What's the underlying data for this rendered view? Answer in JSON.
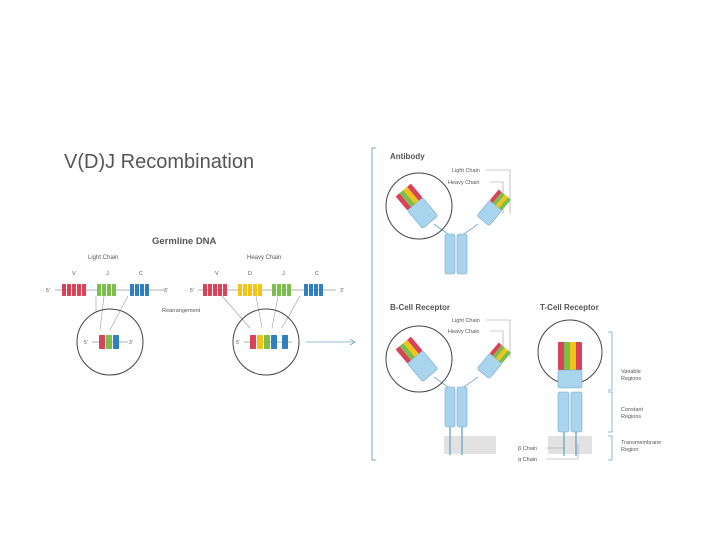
{
  "title": "V(D)J Recombination",
  "germline": {
    "heading": "Germline DNA",
    "light_chain_label": "Light Chain",
    "heavy_chain_label": "Heavy Chain",
    "segment_v": "V",
    "segment_d": "D",
    "segment_j": "J",
    "segment_c": "C",
    "five_prime": "5'",
    "three_prime": "3'",
    "rearrangement_label": "Rearrangement"
  },
  "antibody": {
    "heading": "Antibody",
    "light_chain_label": "Light Chain",
    "heavy_chain_label": "Heavy Chain"
  },
  "bcell": {
    "heading": "B-Cell Receptor",
    "light_chain_label": "Light Chain",
    "heavy_chain_label": "Heavy Chain"
  },
  "tcell": {
    "heading": "T-Cell Receptor",
    "variable_regions": [
      "Variable",
      "Regions"
    ],
    "constant_regions": [
      "Constant",
      "Regions"
    ],
    "transmembrane_region": [
      "Transmembrane",
      "Region"
    ],
    "beta_chain": "β Chain",
    "alpha_chain": "α Chain"
  },
  "colors": {
    "red": "#d9435a",
    "green": "#7cbd4b",
    "blue": "#2f7fc1",
    "yellow": "#f0c419",
    "light_blue": "#a9d4ee",
    "outline_blue": "#6fa8cc",
    "text_gray": "#555555",
    "line_gray": "#999999"
  }
}
